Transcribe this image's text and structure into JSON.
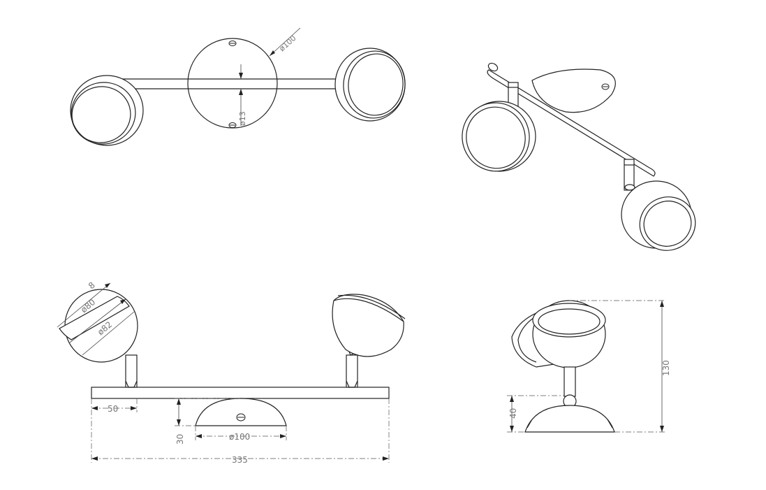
{
  "dimensions": {
    "top_base_diameter": "ø100",
    "top_bar_diameter": "ø13",
    "shade_depth": "8",
    "shade_inner_diameter": "ø80",
    "shade_outer_diameter": "ø82",
    "arm_offset": "50",
    "base_height": "30",
    "base_diameter": "ø100",
    "total_length": "335",
    "side_base_height": "40",
    "total_height": "130"
  }
}
